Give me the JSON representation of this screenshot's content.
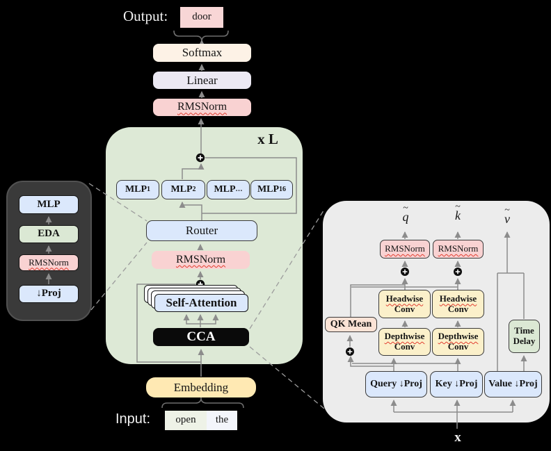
{
  "colors": {
    "background": "#000000",
    "panel_green": "#dde9d6",
    "panel_dark": "#3a3a3a",
    "panel_gray": "#ececec",
    "box_blue": "#dbe8fc",
    "box_pink": "#f9d2d2",
    "box_yellow": "#fbf0ca",
    "box_peach": "#fbe3d6",
    "box_green": "#dbe8d4",
    "softmax_cream": "#fdf2e6",
    "linear_lavender": "#ece9f3",
    "door_pink": "#f8d6d6",
    "embedding_yellow": "#ffe9b3",
    "token_green": "#eef2e7",
    "token_white": "#f3f5fb",
    "cca_black": "#0a0a0a",
    "wire_gray": "#8c8c8c",
    "spellcheck_red": "#e23b2e"
  },
  "output_section": {
    "label": "Output:",
    "token": "door",
    "softmax": "Softmax",
    "linear": "Linear",
    "rmsnorm": "RMSNorm"
  },
  "layer_block": {
    "repeat": "x L",
    "experts": [
      {
        "base": "MLP",
        "sub": "1"
      },
      {
        "base": "MLP",
        "sub": "2"
      },
      {
        "base": "MLP",
        "sub": "…"
      },
      {
        "base": "MLP",
        "sub": "16"
      }
    ],
    "router": "Router",
    "rmsnorm": "RMSNorm",
    "self_attention": "Self-Attention",
    "cca": "CCA"
  },
  "expert_detail": {
    "mlp": "MLP",
    "eda": "EDA",
    "rmsnorm": "RMSNorm",
    "proj": "↓Proj"
  },
  "input_section": {
    "label": "Input:",
    "embedding": "Embedding",
    "tokens": [
      "open",
      "the"
    ]
  },
  "cca_detail": {
    "outputs": {
      "q": {
        "accent": "~",
        "letter": "q"
      },
      "k": {
        "accent": "~",
        "letter": "k"
      },
      "v": {
        "accent": "~",
        "letter": "v"
      }
    },
    "rmsnorm": "RMSNorm",
    "headwise": {
      "line1": "Headwise",
      "line2": "Conv"
    },
    "depthwise": {
      "line1": "Depthwise",
      "line2": "Conv"
    },
    "qk_mean": "QK Mean",
    "time_delay": {
      "line1": "Time",
      "line2": "Delay"
    },
    "query_proj": "Query ↓Proj",
    "key_proj": "Key ↓Proj",
    "value_proj": "Value ↓Proj",
    "input": "x"
  }
}
